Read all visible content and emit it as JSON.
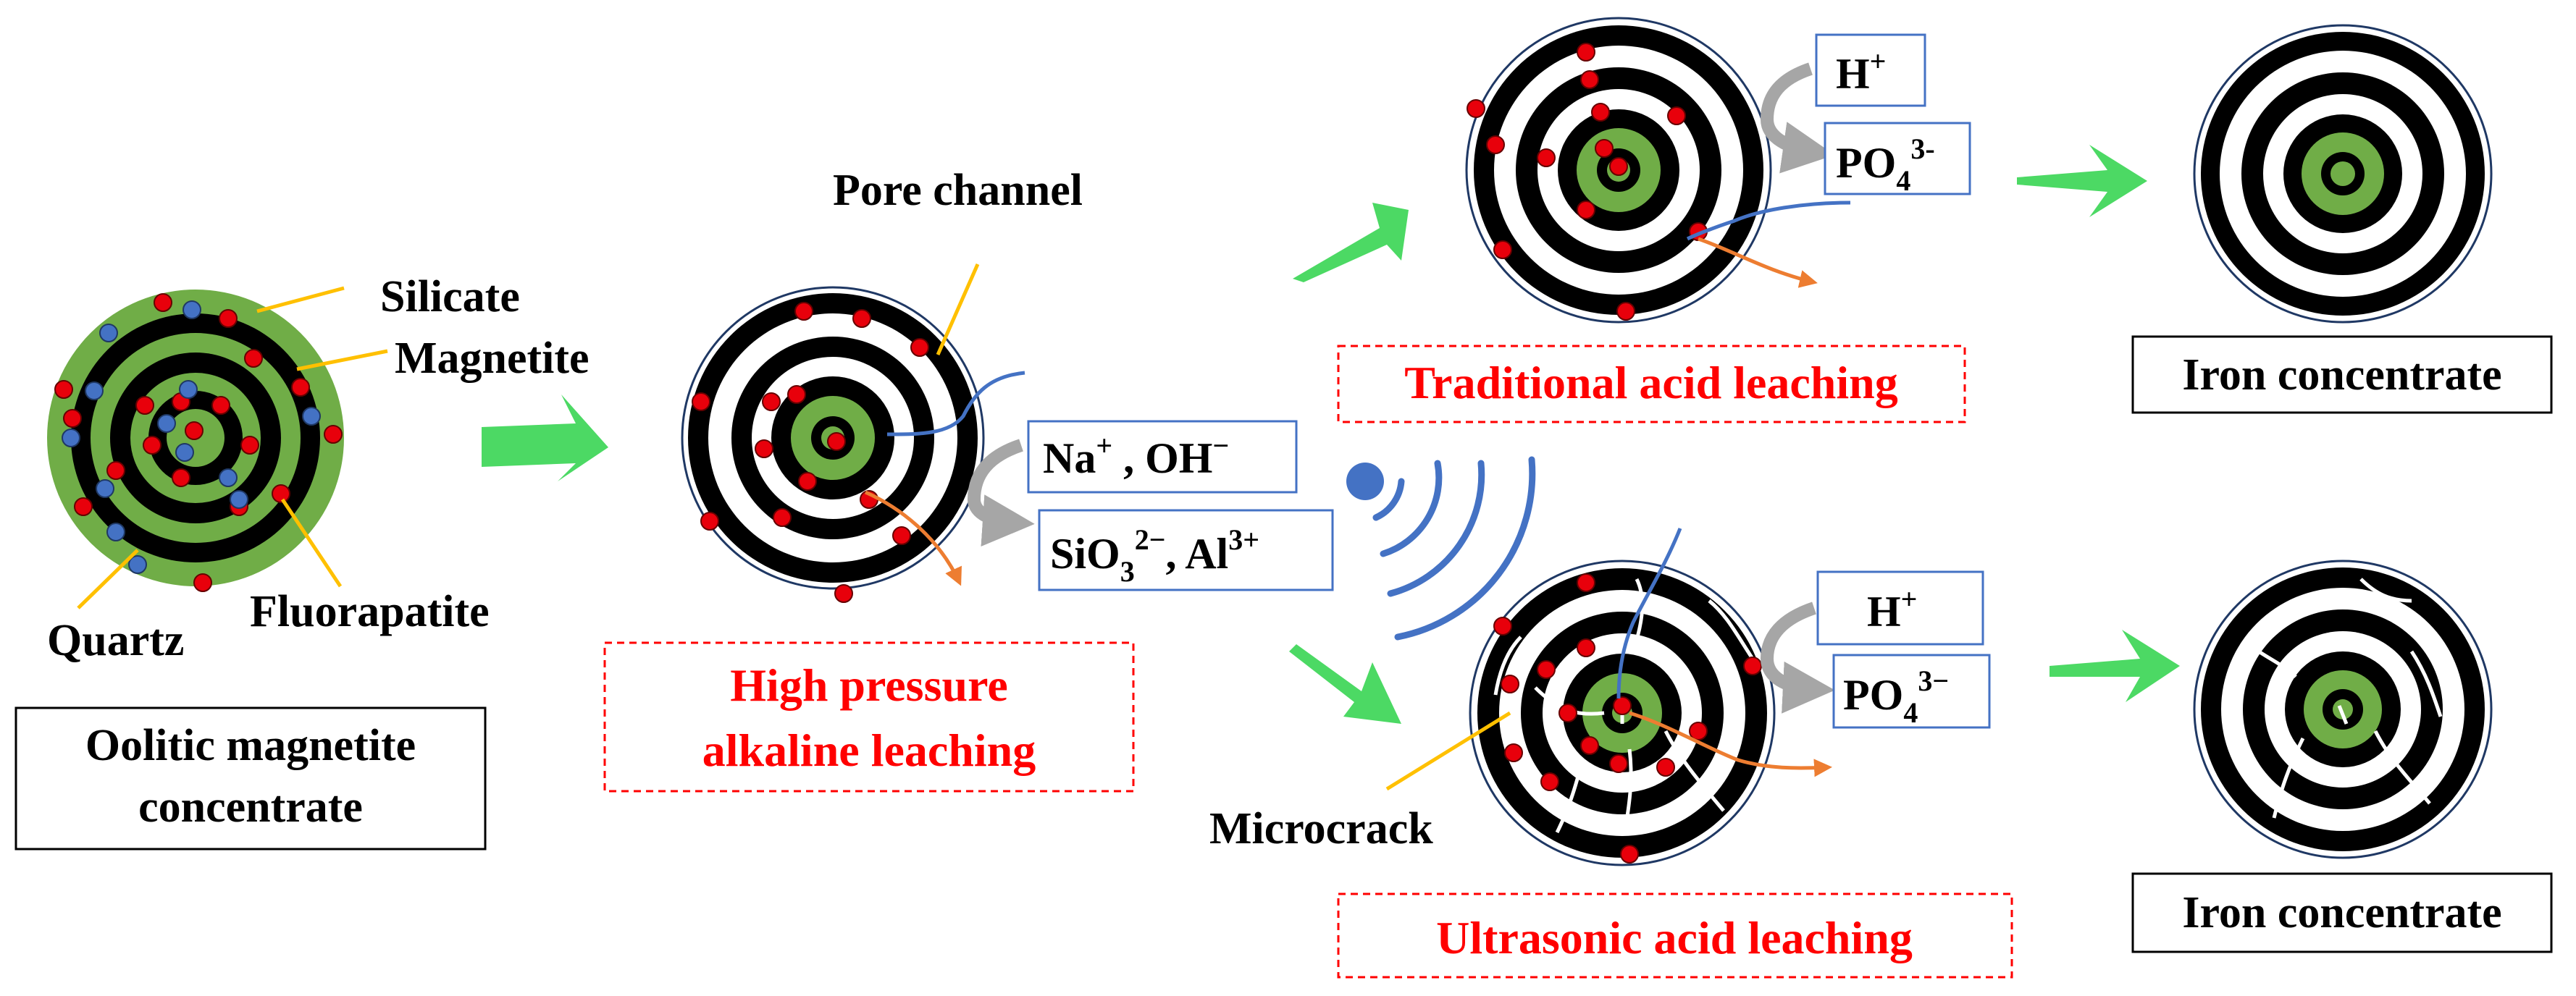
{
  "labels": {
    "silicate": "Silicate",
    "magnetite": "Magnetite",
    "quartz": "Quartz",
    "fluorapatite": "Fluorapatite",
    "pore_channel": "Pore channel",
    "microcrack": "Microcrack"
  },
  "boxes": {
    "oolitic_line1": "Oolitic magnetite",
    "oolitic_line2": "concentrate",
    "hp_line1": "High pressure",
    "hp_line2": "alkaline leaching",
    "traditional": "Traditional acid leaching",
    "ultrasonic": "Ultrasonic acid leaching",
    "iron_top": "Iron concentrate",
    "iron_bottom": "Iron concentrate"
  },
  "ions": {
    "na_base": "Na",
    "na_sup": "+",
    "sep": " , ",
    "oh_base": "OH",
    "oh_sup": "−",
    "sio_base": "SiO",
    "sio_sub": "3",
    "sio_sup": "2−",
    "comma": ", ",
    "al_base": "Al",
    "al_sup": "3+",
    "h_top_base": "H",
    "h_top_sup": "+",
    "po_top_base": "PO",
    "po_top_sub": "4",
    "po_top_sup": "3-",
    "h_bot_base": "H",
    "h_bot_sup": "+",
    "po_bot_base": "PO",
    "po_bot_sub": "4",
    "po_bot_sup": "3−"
  },
  "colors": {
    "green_ring": "#70ad47",
    "black_ring": "#000000",
    "fluorapatite_dot": "#e8000b",
    "quartz_dot": "#4472c4",
    "arrow_green": "#4cd964",
    "label_red": "#ff0000",
    "box_blue": "#4472c4",
    "wave_blue": "#4472c4",
    "orange_path": "#ed7d31",
    "grey_arrow": "#a6a6a6",
    "leader_yellow": "#ffc000"
  }
}
